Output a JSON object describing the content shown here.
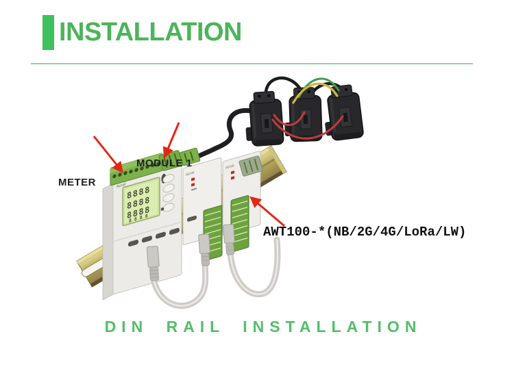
{
  "header": {
    "title": "INSTALLATION"
  },
  "figure": {
    "meter_label": "METER",
    "module1_label": "MODULE 1",
    "model_text": "AWT100-*(NB/2G/4G/LoRa/LW)"
  },
  "device": {
    "brand": "Acrel",
    "lcd_rows": [
      "8888",
      "8888",
      "8888",
      "8888"
    ]
  },
  "caption": "DIN RAIL INSTALLATION",
  "colors": {
    "accent_green": "#3fc15e",
    "title_green": "#4cb45a",
    "rule_green": "#8fd2a2",
    "caption_green": "#55bd69",
    "arrow_red": "#e42616",
    "rail_gold": "#b1a258",
    "lcd_green": "#dcedb2",
    "ct_black": "#28282b",
    "wire_red": "#c43b3b",
    "wire_yellow": "#d2b53c",
    "wire_green": "#3f9b4f",
    "cable_gray": "#cfccc7"
  }
}
